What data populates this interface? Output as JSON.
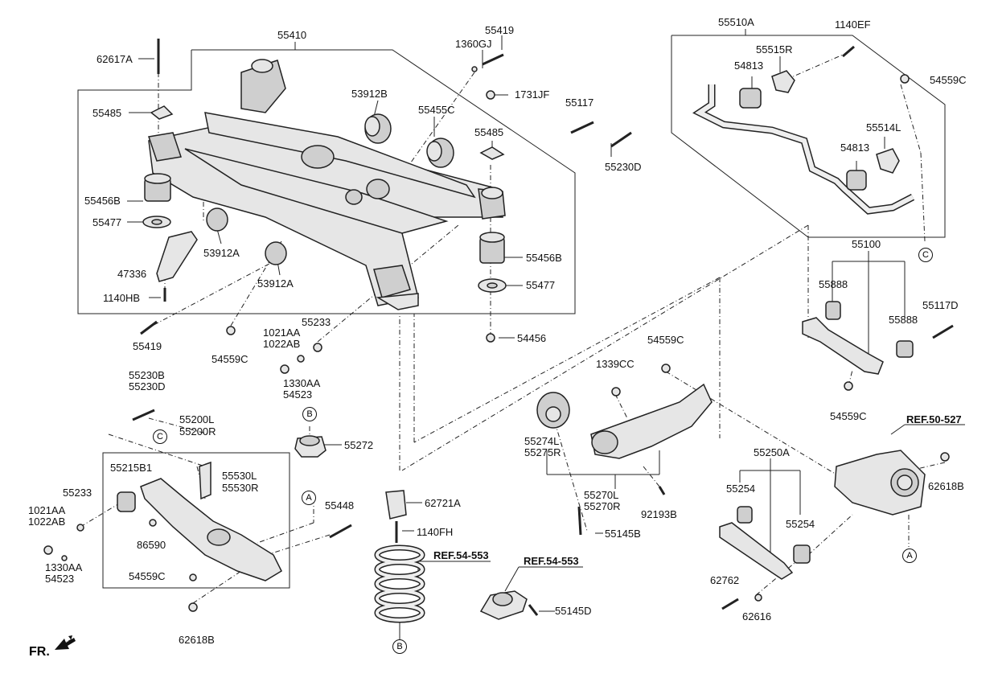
{
  "labels": {
    "l55410": "55410",
    "l55419a": "55419",
    "l1360GJ": "1360GJ",
    "l62617A": "62617A",
    "l55485a": "55485",
    "l53912B": "53912B",
    "l1731JF": "1731JF",
    "l55455C": "55455C",
    "l55117": "55117",
    "l55485b": "55485",
    "l55230D": "55230D",
    "l55456Ba": "55456B",
    "l55477a": "55477",
    "l53912Aa": "53912A",
    "l47336": "47336",
    "l53912Ab": "53912A",
    "l1140HB": "1140HB",
    "l55456Bb": "55456B",
    "l55477b": "55477",
    "l54456": "54456",
    "l55419b": "55419",
    "l54559Ca": "54559C",
    "l1021AAa": "1021AA",
    "l1022ABa": "1022AB",
    "l55233a": "55233",
    "l1330AAa": "1330AA",
    "l54523a": "54523",
    "l55510A": "55510A",
    "l1140EF": "1140EF",
    "l55515R": "55515R",
    "l54813a": "54813",
    "l54559Cb": "54559C",
    "l55514L": "55514L",
    "l54813b": "54813",
    "l55100": "55100",
    "l55888a": "55888",
    "l55117D": "55117D",
    "l55888b": "55888",
    "l54559Cc": "54559C",
    "l54559Cd": "54559C",
    "l1339CC": "1339CC",
    "l55230B": "55230B",
    "l55230Dc": "55230D",
    "l55200L": "55200L",
    "l55200R": "55200R",
    "l55215B1": "55215B1",
    "l55530L": "55530L",
    "l55530R": "55530R",
    "l55233b": "55233",
    "l1021AAb": "1021AA",
    "l1022ABb": "1022AB",
    "l86590": "86590",
    "l1330AAb": "1330AA",
    "l54523b": "54523",
    "l54559Ce": "54559C",
    "l62618Ba": "62618B",
    "l55272": "55272",
    "l55448": "55448",
    "l62721A": "62721A",
    "l1140FH": "1140FH",
    "l55274L": "55274L",
    "l55275R": "55275R",
    "l55270L": "55270L",
    "l55270R": "55270R",
    "l92193B": "92193B",
    "l55145Ba": "55145B",
    "l55250A": "55250A",
    "l55254a": "55254",
    "l55254b": "55254",
    "l62762": "62762",
    "l62616": "62616",
    "l62618Bb": "62618B",
    "l55145D": "55145D"
  },
  "refs": {
    "r5054": "REF.54-553",
    "r5054b": "REF.54-553",
    "r50527": "REF.50-527"
  },
  "callouts": {
    "B": "B",
    "C": "C",
    "A": "A"
  },
  "fr": "FR."
}
